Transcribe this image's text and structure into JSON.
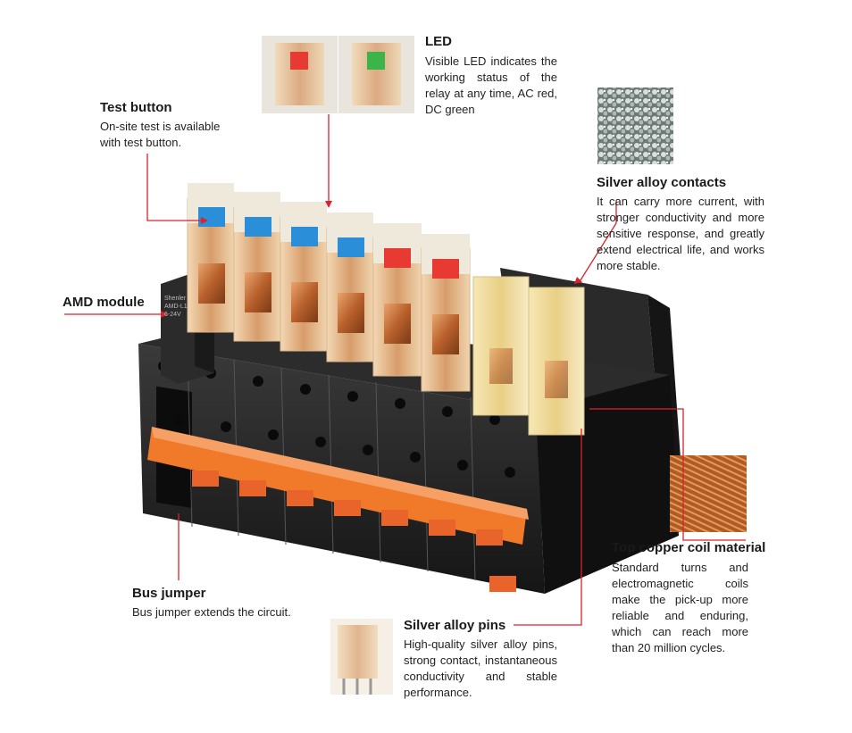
{
  "features": {
    "test_button": {
      "title": "Test button",
      "desc": "On-site test is available with test button."
    },
    "led": {
      "title": "LED",
      "desc": "Visible LED indicates the working status of the relay at any time, AC red, DC green"
    },
    "silver_contacts": {
      "title": "Silver alloy contacts",
      "desc": "It can carry more current, with stronger conductivity and more sensitive response, and greatly extend electrical life, and works more stable."
    },
    "amd_module": {
      "title": "AMD module"
    },
    "copper_coil": {
      "title": "Top copper coil material",
      "desc": "Standard turns and electromagnetic coils make the pick-up more reliable and enduring, which can reach more than 20 million cycles."
    },
    "bus_jumper": {
      "title": "Bus jumper",
      "desc": "Bus jumper extends the circuit."
    },
    "silver_pins": {
      "title": "Silver alloy pins",
      "desc": "High-quality silver alloy pins, strong contact, instantaneous conductivity and stable performance."
    }
  },
  "module_labels": {
    "brand": "Shenler",
    "model": "AMD-L1",
    "voltage": "6-24V"
  },
  "colors": {
    "callout_line": "#d9232a",
    "button_blue": "#2a8fd8",
    "button_red": "#e63a32",
    "socket_black": "#1e1e1e",
    "jumper_orange": "#f07a2a",
    "coil_copper": "#c8703a"
  }
}
